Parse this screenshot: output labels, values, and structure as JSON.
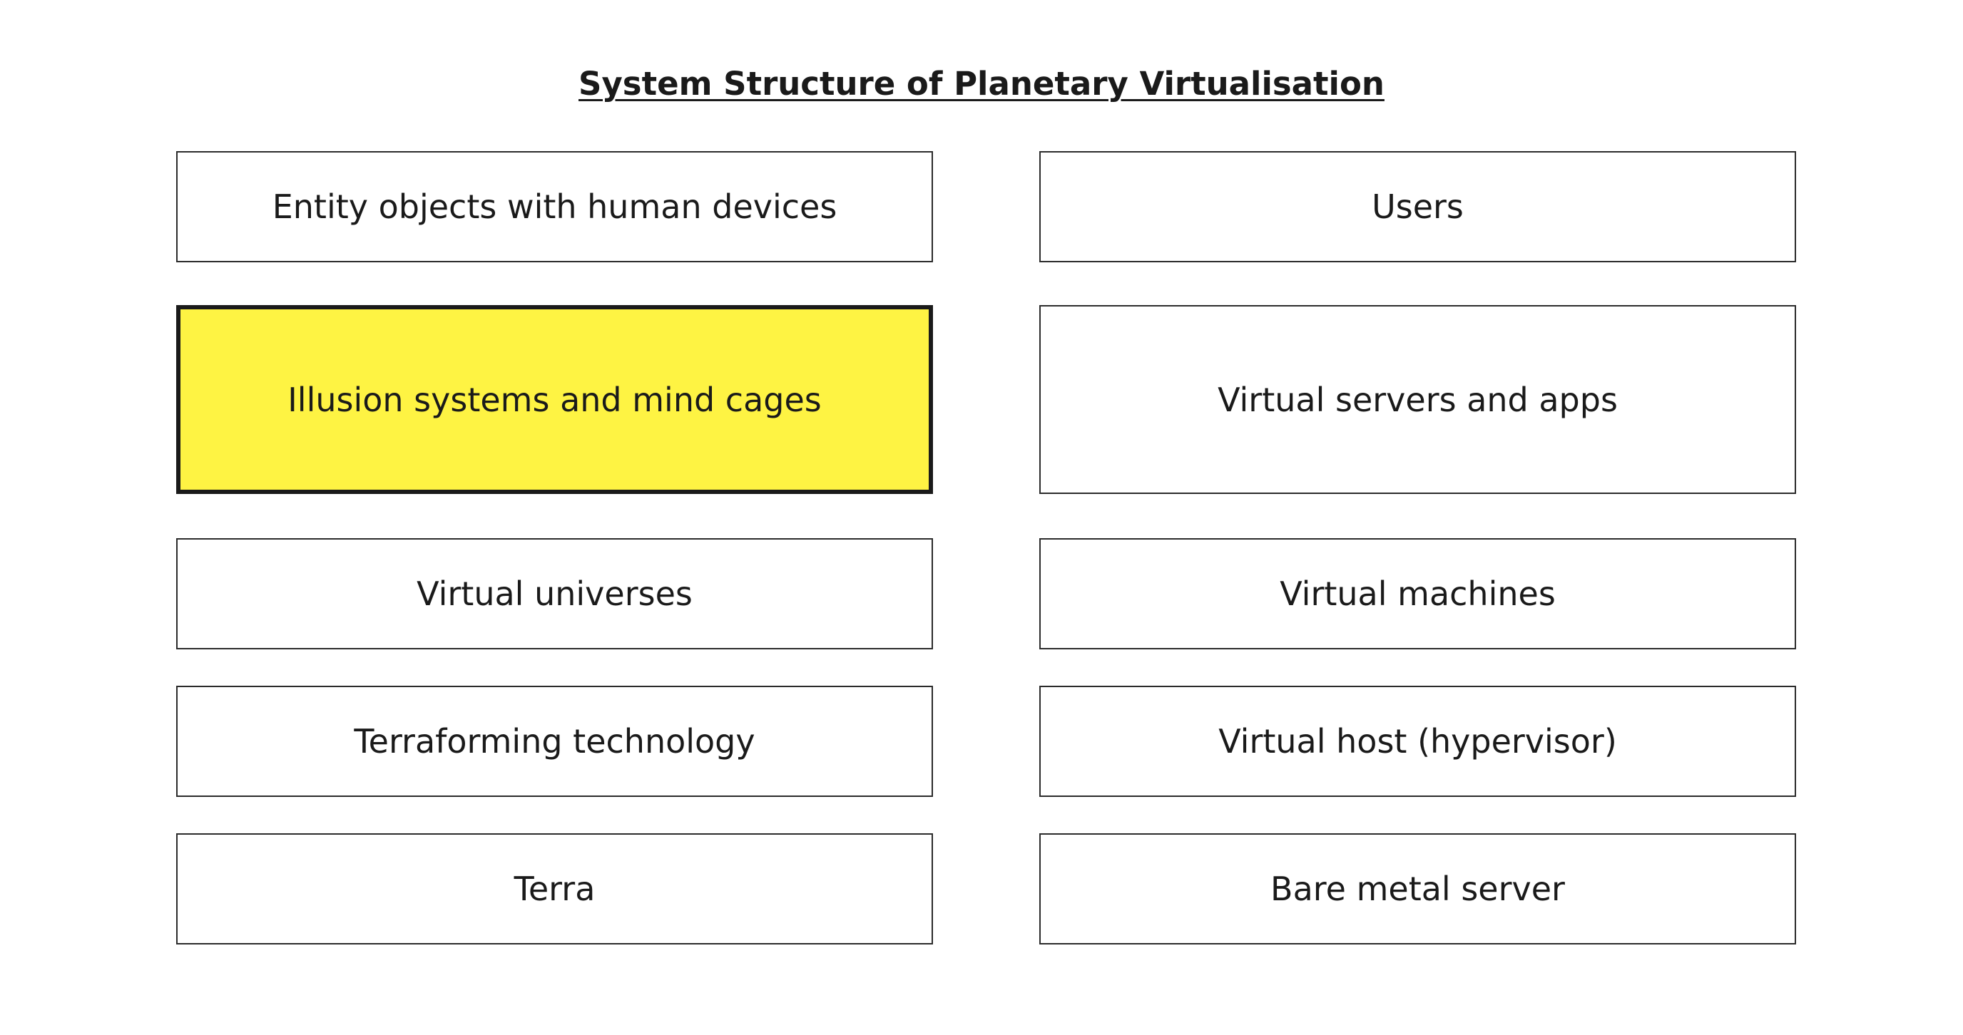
{
  "title": "System Structure of Planetary Virtualisation",
  "colors": {
    "highlight_fill": "#fef343",
    "box_border": "#2b2b2b",
    "background": "#ffffff",
    "text": "#1a1a1a"
  },
  "left_column": [
    {
      "label": "Entity objects with human devices",
      "highlighted": false
    },
    {
      "label": "Illusion systems and mind cages",
      "highlighted": true
    },
    {
      "label": "Virtual universes",
      "highlighted": false
    },
    {
      "label": "Terraforming technology",
      "highlighted": false
    },
    {
      "label": "Terra",
      "highlighted": false
    }
  ],
  "right_column": [
    {
      "label": "Users",
      "highlighted": false
    },
    {
      "label": "Virtual servers and apps",
      "highlighted": false
    },
    {
      "label": "Virtual machines",
      "highlighted": false
    },
    {
      "label": "Virtual host (hypervisor)",
      "highlighted": false
    },
    {
      "label": "Bare metal server",
      "highlighted": false
    }
  ]
}
